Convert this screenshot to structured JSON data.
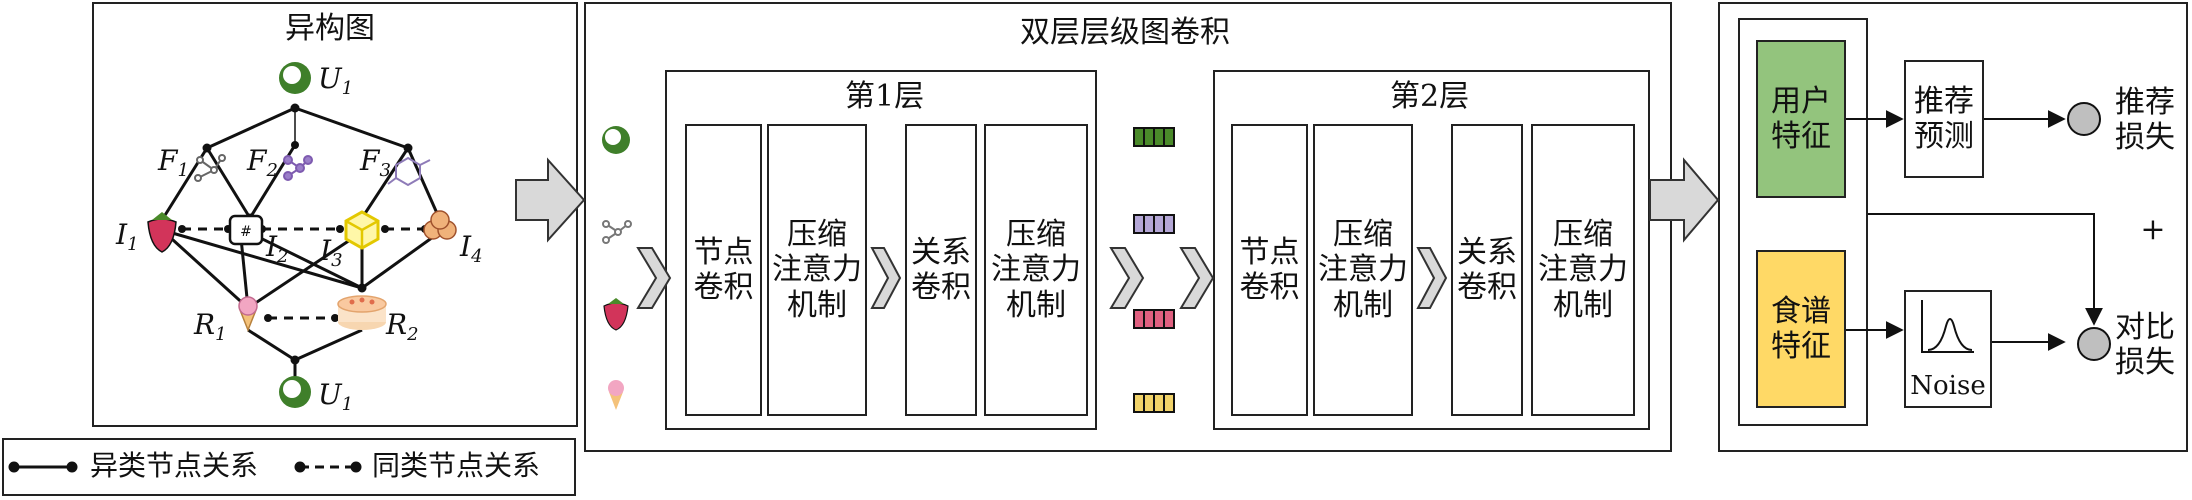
{
  "colors": {
    "user_feature": "#93c47d",
    "recipe_feature": "#ffd966",
    "emb_green": "#4a8a2a",
    "emb_purple": "#b4a7d6",
    "emb_red": "#e06080",
    "emb_yellow": "#f1d36a",
    "loss_node": "#bfbfbf",
    "arrow_gray": "#d9d9d9"
  },
  "hetero_graph": {
    "title": "异构图",
    "nodes": {
      "u_top": "U",
      "u_top_sub": "1",
      "f1": "F",
      "f1_sub": "1",
      "f2": "F",
      "f2_sub": "2",
      "f3": "F",
      "f3_sub": "3",
      "i1": "I",
      "i1_sub": "1",
      "i2": "I",
      "i2_sub": "2",
      "i3": "I",
      "i3_sub": "3",
      "i4": "I",
      "i4_sub": "4",
      "r1": "R",
      "r1_sub": "1",
      "r2": "R",
      "r2_sub": "2",
      "u_bottom": "U",
      "u_bottom_sub": "1"
    },
    "icons": [
      "user-icon",
      "molecule-icon",
      "strawberry-icon",
      "ice-cream-icon",
      "cake-icon",
      "cookie-icon",
      "bag-icon",
      "cube-icon"
    ]
  },
  "legend": {
    "hetero_relation": "异类节点关系",
    "homo_relation": "同类节点关系"
  },
  "conv": {
    "title": "双层层级图卷积",
    "layer1": {
      "title": "第1层",
      "node_conv": "节点\n卷积",
      "compress_attn_a": "压缩\n注意力\n机制",
      "relation_conv": "关系\n卷积",
      "compress_attn_b": "压缩\n注意力\n机制"
    },
    "layer2": {
      "title": "第2层",
      "node_conv": "节点\n卷积",
      "compress_attn_a": "压缩\n注意力\n机制",
      "relation_conv": "关系\n卷积",
      "compress_attn_b": "压缩\n注意力\n机制"
    }
  },
  "output": {
    "user_feature": "用户\n特征",
    "recipe_feature": "食谱\n特征",
    "rec_predict": "推荐\n预测",
    "rec_loss": "推荐\n损失",
    "noise": "Noise",
    "contrast_loss": "对比\n损失",
    "plus": "+"
  }
}
